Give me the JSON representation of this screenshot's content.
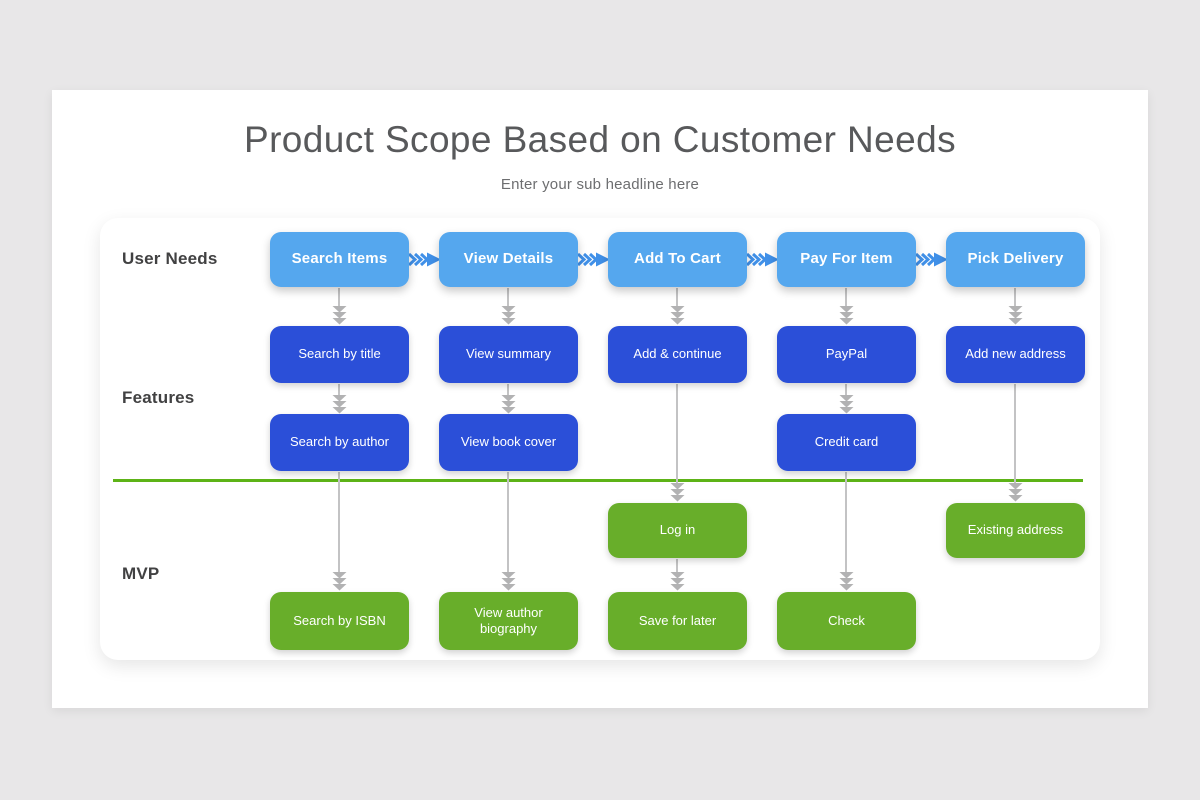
{
  "slide": {
    "title": "Product Scope Based on Customer Needs",
    "subtitle": "Enter your sub headline here"
  },
  "row_labels": [
    {
      "label": "User Needs"
    },
    {
      "label": "Features"
    },
    {
      "label": "MVP"
    }
  ],
  "boxes": [
    {
      "label": "Search Items"
    },
    {
      "label": "View Details"
    },
    {
      "label": "Add To Cart"
    },
    {
      "label": "Pay For Item"
    },
    {
      "label": "Pick Delivery"
    },
    {
      "label": "Search by title"
    },
    {
      "label": "View summary"
    },
    {
      "label": "Add & continue"
    },
    {
      "label": "PayPal"
    },
    {
      "label": "Add new address"
    },
    {
      "label": "Search by author"
    },
    {
      "label": "View book cover"
    },
    {
      "label": "Credit card"
    },
    {
      "label": "Log in"
    },
    {
      "label": "Existing address"
    },
    {
      "label": "Search by ISBN"
    },
    {
      "label": "View author biography"
    },
    {
      "label": "Save for later"
    },
    {
      "label": "Check"
    }
  ],
  "colors": {
    "background": "#e8e7e8",
    "user_need_blue": "#55a7ee",
    "feature_blue": "#2b4fd8",
    "mvp_green": "#68ae2a",
    "divider_green": "#5db317",
    "connector_gray": "#b2b2b3",
    "flow_arrow_blue": "#4090e8",
    "title_gray": "#58595b",
    "label_gray": "#414142"
  }
}
